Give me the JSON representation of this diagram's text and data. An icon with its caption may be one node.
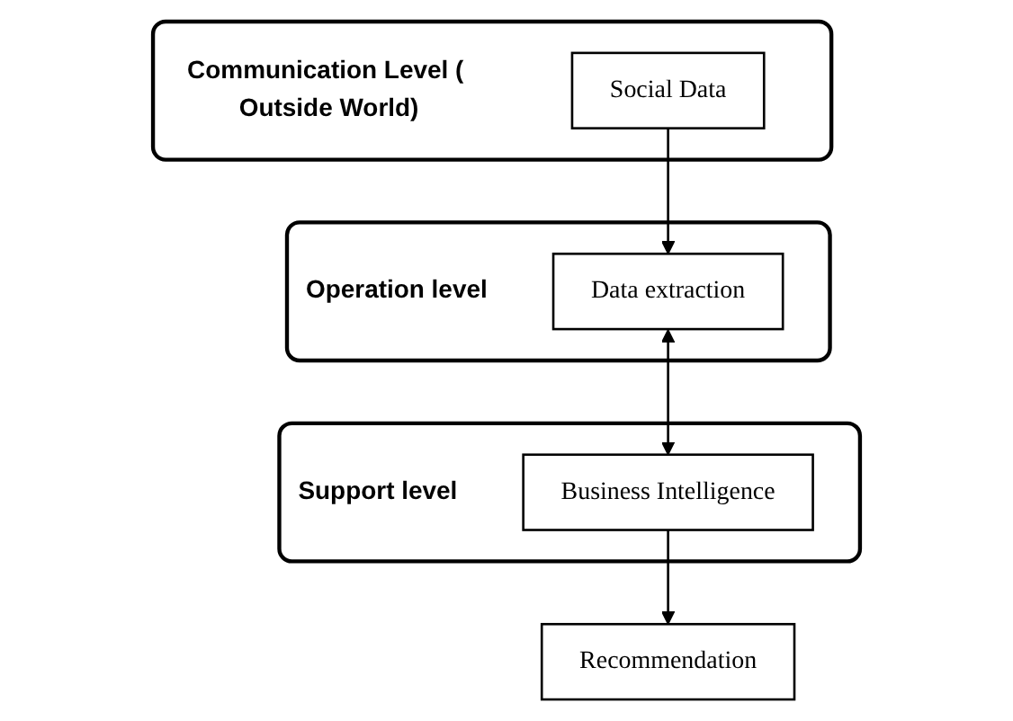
{
  "diagram": {
    "nodes": [
      {
        "text": [
          "Communication Level ( Outside World)"
        ]
      },
      {
        "text": [
          "Social Data"
        ],
        "in": 0
      },
      {
        "text": [
          "Operation level"
        ]
      },
      {
        "text": [
          "Data extraction"
        ],
        "in": 2
      },
      {
        "text": [
          "Support level"
        ]
      },
      {
        "text": [
          "Business Intelligence"
        ],
        "in": 4
      },
      {
        "text": [
          "Recommendation"
        ]
      }
    ],
    "edges": [
      {
        "from": 1,
        "to": 3,
        "arrow": "to"
      },
      {
        "from": 3,
        "to": 5,
        "arrow": "both"
      },
      {
        "from": 5,
        "to": 6,
        "arrow": "to"
      }
    ]
  }
}
